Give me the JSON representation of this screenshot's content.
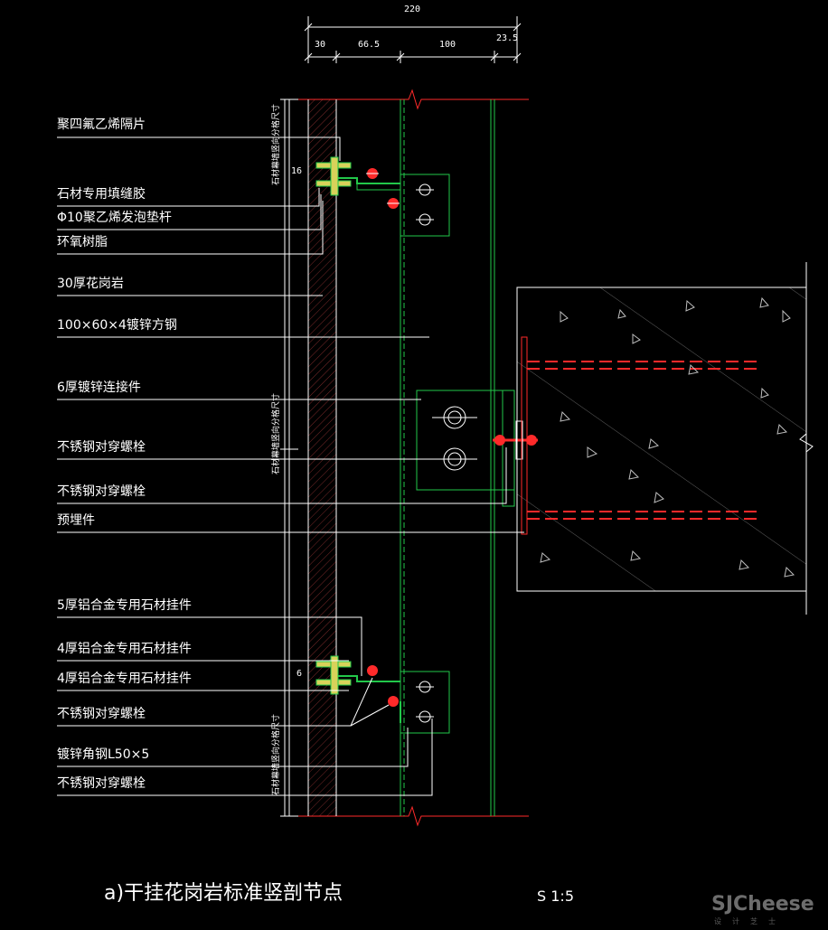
{
  "dimensions": {
    "total": "220",
    "segments": [
      "30",
      "66.5",
      "100",
      "23.5"
    ]
  },
  "labels": [
    "聚四氟乙烯隔片",
    "石材专用填缝胶",
    "Φ10聚乙烯发泡垫杆",
    "环氧树脂",
    "30厚花岗岩",
    "100×60×4镀锌方钢",
    "6厚镀锌连接件",
    "不锈钢对穿螺栓",
    "不锈钢对穿螺栓",
    "预埋件",
    "5厚铝合金专用石材挂件",
    "4厚铝合金专用石材挂件",
    "4厚铝合金专用石材挂件",
    "不锈钢对穿螺栓",
    "镀锌角钢L50×5",
    "不锈钢对穿螺栓"
  ],
  "small_dims": [
    "16",
    "6"
  ],
  "vertical_dims": [
    "石材幕墙竖向分格尺寸",
    "石材幕墙竖向分格尺寸",
    "石材幕墙竖向分格尺寸"
  ],
  "caption": "a)干挂花岗岩标准竖剖节点",
  "scale": "S 1:5",
  "watermark": {
    "brand": "SJCheese",
    "sub": "设计芝士"
  },
  "colors": {
    "background": "#000000",
    "line_white": "#ffffff",
    "line_green": "#22c84a",
    "line_red": "#ff2a2a",
    "line_yellow": "#d8d25a",
    "line_gray": "#bdbdbd"
  }
}
